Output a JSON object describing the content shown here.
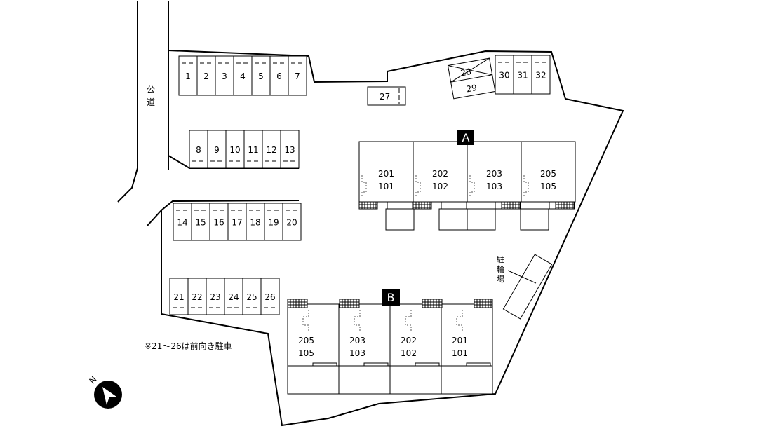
{
  "public_road_label": "公道",
  "bicycle_parking_label": "駐輪場",
  "note": "※21～26は前向き駐車",
  "row_1_7": [
    "1",
    "2",
    "3",
    "4",
    "5",
    "6",
    "7"
  ],
  "row_8_13": [
    "8",
    "9",
    "10",
    "11",
    "12",
    "13"
  ],
  "row_14_20": [
    "14",
    "15",
    "16",
    "17",
    "18",
    "19",
    "20"
  ],
  "row_21_26": [
    "21",
    "22",
    "23",
    "24",
    "25",
    "26"
  ],
  "space_27": "27",
  "space_28": "28",
  "space_29": "29",
  "row_30_32": [
    "30",
    "31",
    "32"
  ],
  "building_a": {
    "name": "A",
    "units": [
      {
        "upper": "201",
        "lower": "101"
      },
      {
        "upper": "202",
        "lower": "102"
      },
      {
        "upper": "203",
        "lower": "103"
      },
      {
        "upper": "205",
        "lower": "105"
      }
    ]
  },
  "building_b": {
    "name": "B",
    "units": [
      {
        "upper": "205",
        "lower": "105"
      },
      {
        "upper": "203",
        "lower": "103"
      },
      {
        "upper": "202",
        "lower": "102"
      },
      {
        "upper": "201",
        "lower": "101"
      }
    ]
  },
  "compass": "N"
}
